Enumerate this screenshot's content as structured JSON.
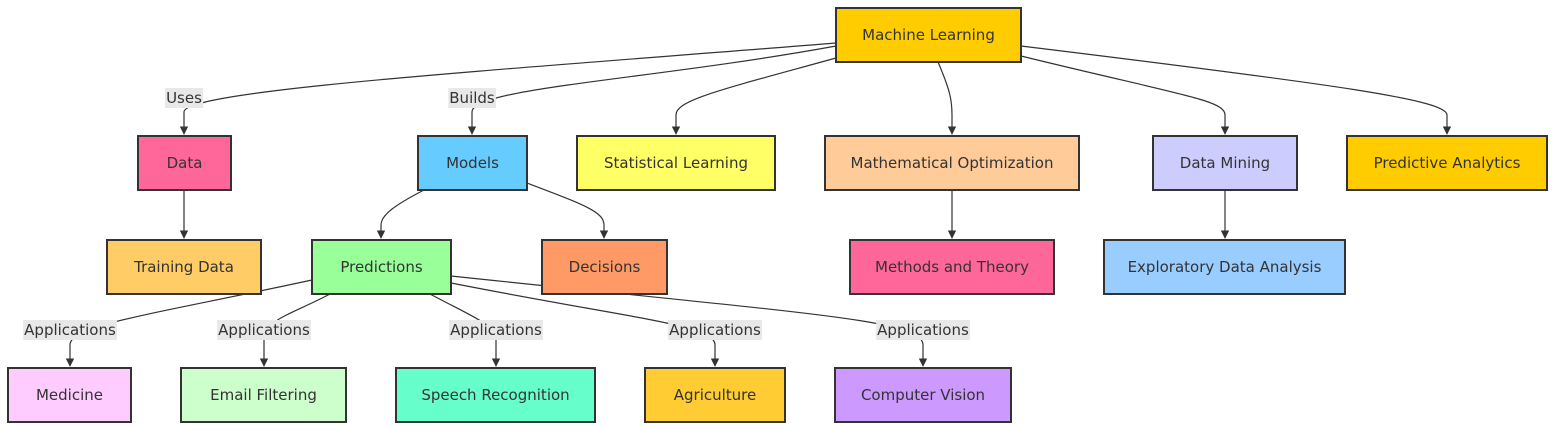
{
  "nodes": {
    "ml": {
      "label": "Machine Learning",
      "color": "#ffcc00"
    },
    "data": {
      "label": "Data",
      "color": "#ff6699"
    },
    "models": {
      "label": "Models",
      "color": "#66ccff"
    },
    "stat": {
      "label": "Statistical Learning",
      "color": "#ffff66"
    },
    "math": {
      "label": "Mathematical Optimization",
      "color": "#ffcc99"
    },
    "mining": {
      "label": "Data Mining",
      "color": "#ccccff"
    },
    "pred_analytics": {
      "label": "Predictive Analytics",
      "color": "#ffcc00"
    },
    "training": {
      "label": "Training Data",
      "color": "#ffcc66"
    },
    "predictions": {
      "label": "Predictions",
      "color": "#99ff99"
    },
    "decisions": {
      "label": "Decisions",
      "color": "#ff9966"
    },
    "methods": {
      "label": "Methods and Theory",
      "color": "#ff6699"
    },
    "eda": {
      "label": "Exploratory Data Analysis",
      "color": "#99ccff"
    },
    "medicine": {
      "label": "Medicine",
      "color": "#ffccff"
    },
    "email": {
      "label": "Email Filtering",
      "color": "#ccffcc"
    },
    "speech": {
      "label": "Speech Recognition",
      "color": "#66ffcc"
    },
    "agri": {
      "label": "Agriculture",
      "color": "#ffcc33"
    },
    "cv": {
      "label": "Computer Vision",
      "color": "#cc99ff"
    }
  },
  "edges": [
    {
      "from": "ml",
      "to": "data",
      "label": "Uses"
    },
    {
      "from": "ml",
      "to": "models",
      "label": "Builds"
    },
    {
      "from": "ml",
      "to": "stat",
      "label": ""
    },
    {
      "from": "ml",
      "to": "math",
      "label": ""
    },
    {
      "from": "ml",
      "to": "mining",
      "label": ""
    },
    {
      "from": "ml",
      "to": "pred_analytics",
      "label": ""
    },
    {
      "from": "data",
      "to": "training",
      "label": ""
    },
    {
      "from": "models",
      "to": "predictions",
      "label": ""
    },
    {
      "from": "models",
      "to": "decisions",
      "label": ""
    },
    {
      "from": "math",
      "to": "methods",
      "label": ""
    },
    {
      "from": "mining",
      "to": "eda",
      "label": ""
    },
    {
      "from": "predictions",
      "to": "medicine",
      "label": "Applications"
    },
    {
      "from": "predictions",
      "to": "email",
      "label": "Applications"
    },
    {
      "from": "predictions",
      "to": "speech",
      "label": "Applications"
    },
    {
      "from": "predictions",
      "to": "agri",
      "label": "Applications"
    },
    {
      "from": "predictions",
      "to": "cv",
      "label": "Applications"
    }
  ]
}
